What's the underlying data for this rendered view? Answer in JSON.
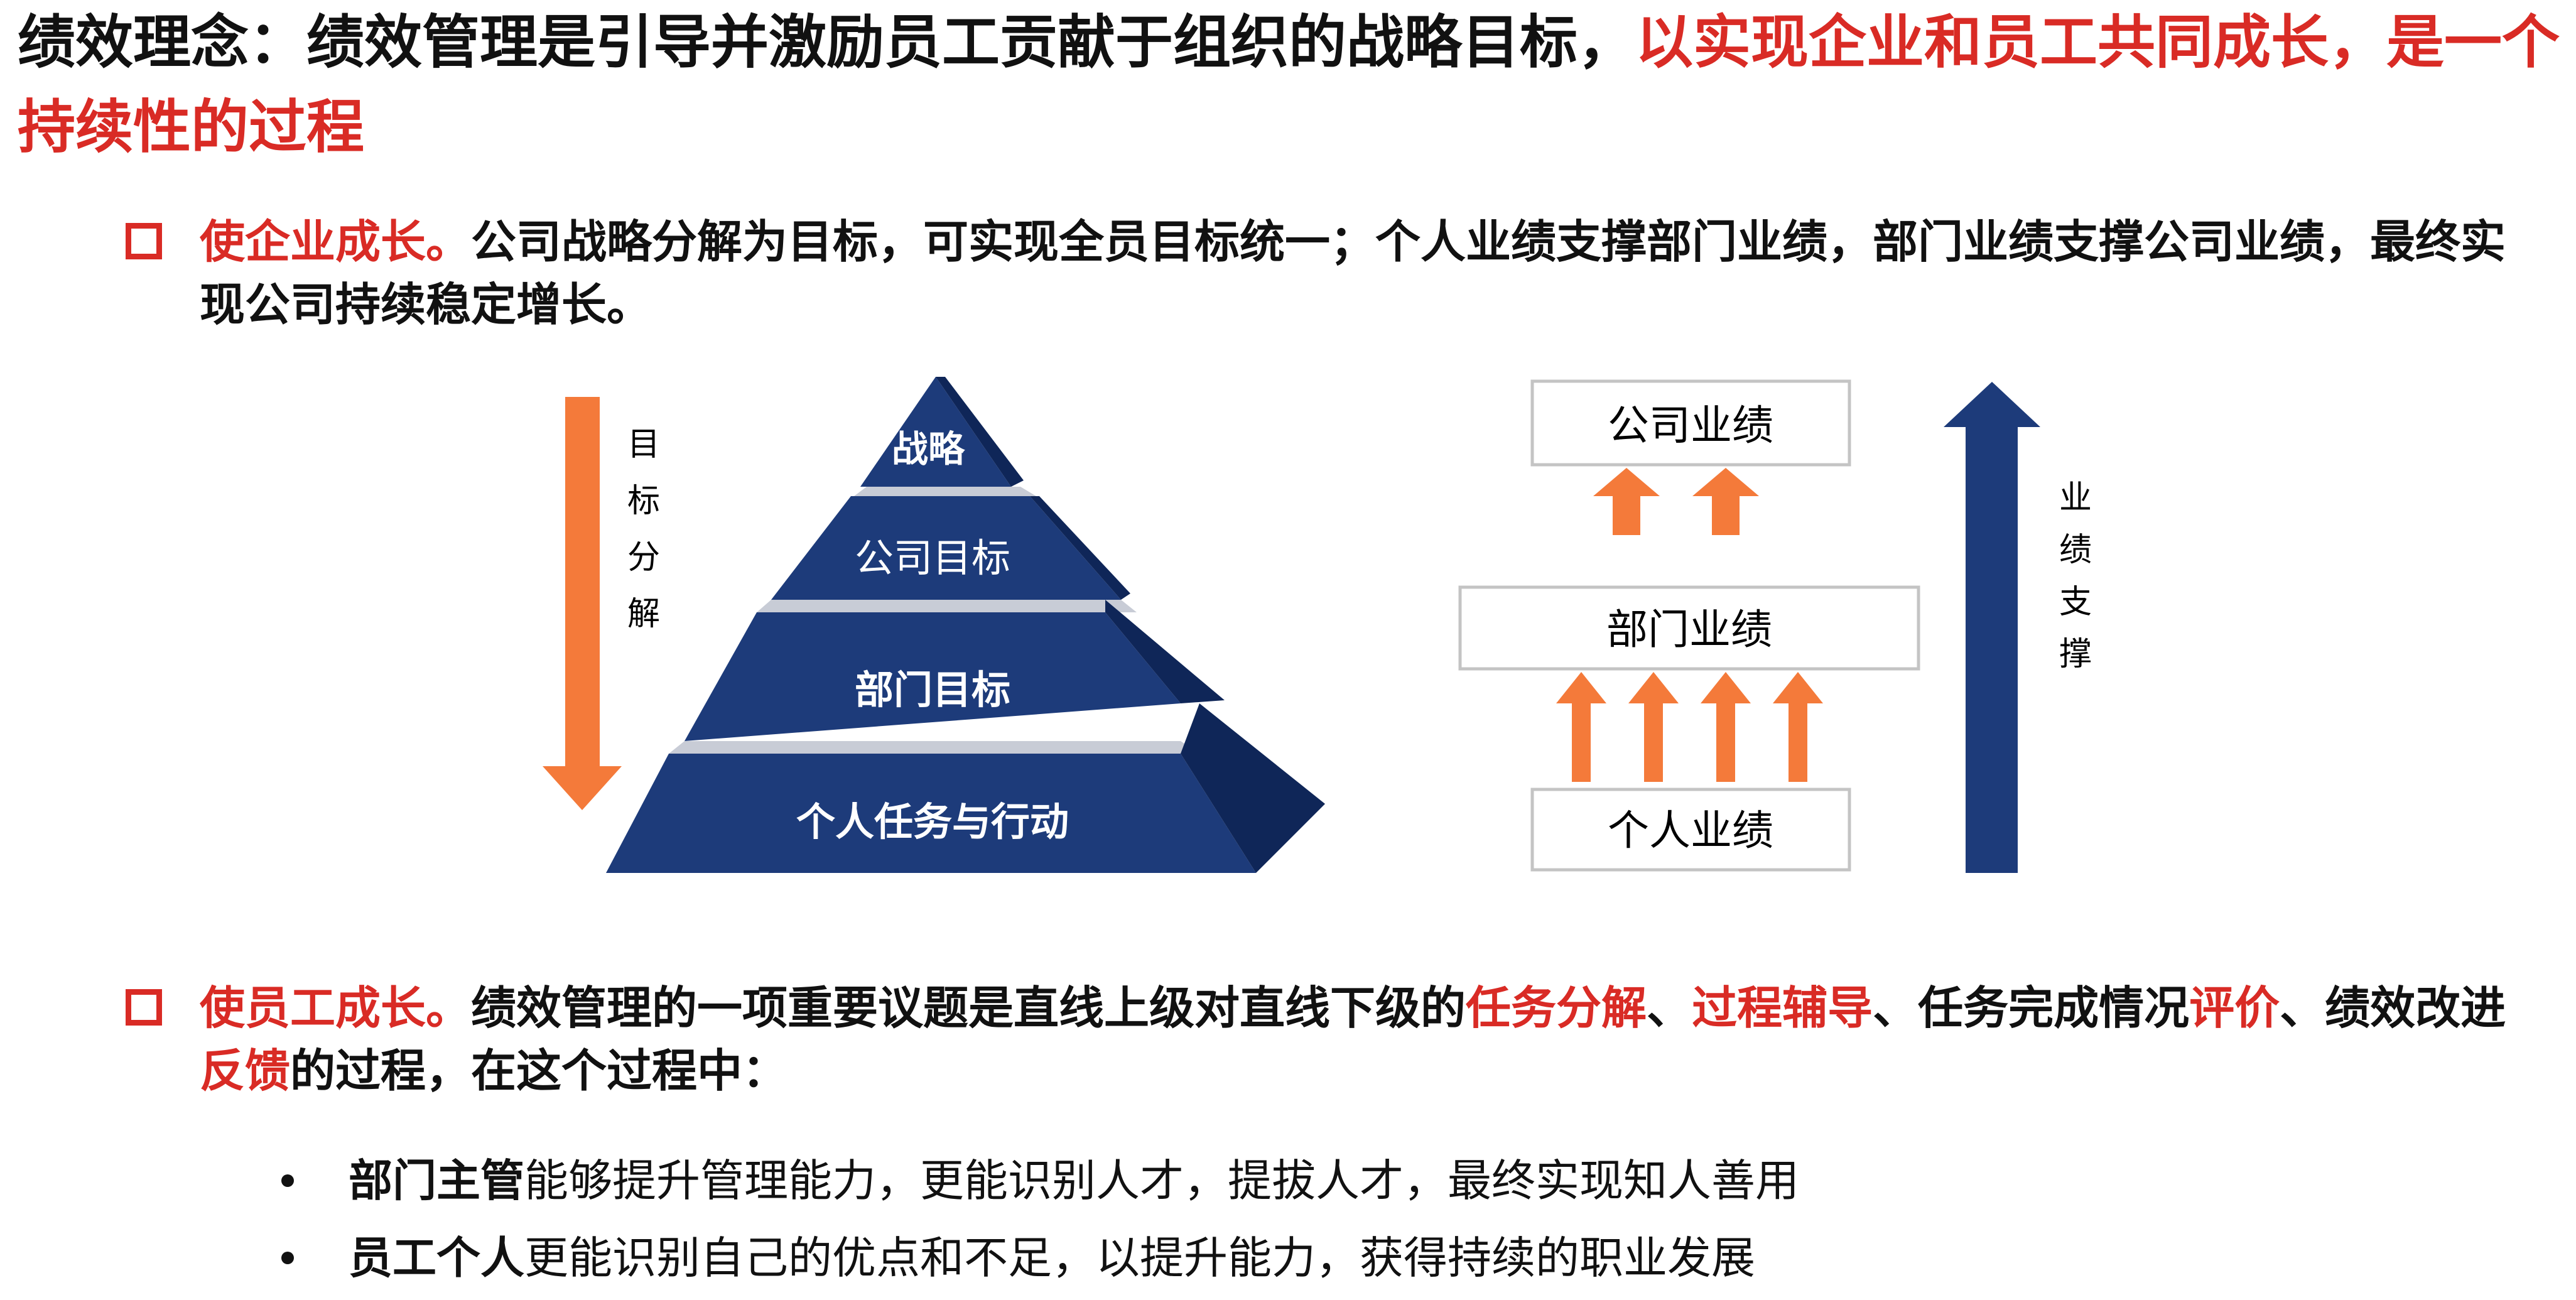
{
  "title": {
    "black": "绩效理念：绩效管理是引导并激励员工贡献于组织的战略目标，",
    "red": "以实现企业和员工共同成长，是一个持续性的过程"
  },
  "section1": {
    "lead": "使企业成长。",
    "text": "公司战略分解为目标，可实现全员目标统一；个人业绩支撑部门业绩，部门业绩支撑公司业绩，最终实现公司持续稳定增长。"
  },
  "diagram": {
    "left_arrow_label": [
      "目",
      "标",
      "分",
      "解"
    ],
    "pyramid_levels": [
      "战略",
      "公司目标",
      "部门目标",
      "个人任务与行动"
    ],
    "boxes": [
      "公司业绩",
      "部门业绩",
      "个人业绩"
    ],
    "right_arrow_label": [
      "业",
      "绩",
      "支",
      "撑"
    ],
    "colors": {
      "navy": "#1d3b7a",
      "orange": "#f47a3a",
      "red": "#d92b25"
    }
  },
  "section2": {
    "lead": "使员工成长。",
    "parts": [
      {
        "t": "绩效管理的一项重要议题是直线上级对直线下级的",
        "red": false
      },
      {
        "t": "任务分解",
        "red": true
      },
      {
        "t": "、",
        "red": false
      },
      {
        "t": "过程辅导",
        "red": true
      },
      {
        "t": "、任务完成情况",
        "red": false
      },
      {
        "t": "评价",
        "red": true
      },
      {
        "t": "、绩效改进",
        "red": false
      },
      {
        "t": "反馈",
        "red": true
      },
      {
        "t": "的过程，在这个过程中：",
        "red": false
      }
    ]
  },
  "bullets": [
    {
      "bold": "部门主管",
      "rest": "能够提升管理能力，更能识别人才，提拔人才，最终实现知人善用"
    },
    {
      "bold": "员工个人",
      "rest": "更能识别自己的优点和不足，以提升能力，获得持续的职业发展"
    }
  ]
}
